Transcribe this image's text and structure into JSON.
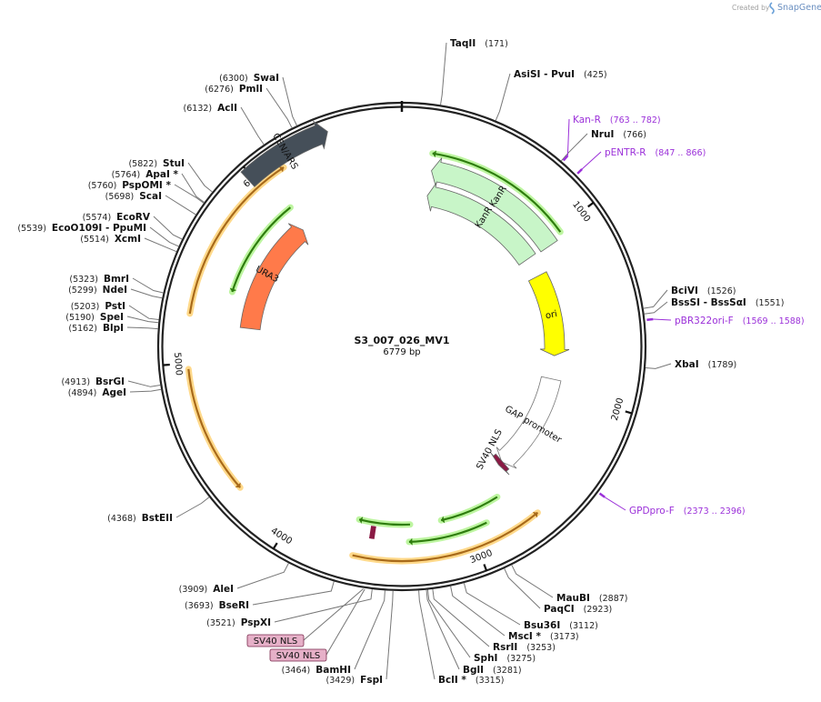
{
  "watermark": {
    "prefix": "Created by",
    "brand": "SnapGene"
  },
  "map": {
    "name": "S3_007_026_MV1",
    "length": 6779,
    "length_label": "6779 bp",
    "ticks": [
      {
        "bp": 1000,
        "label": "1000"
      },
      {
        "bp": 2000,
        "label": "2000"
      },
      {
        "bp": 3000,
        "label": "3000"
      },
      {
        "bp": 4000,
        "label": "4000"
      },
      {
        "bp": 5000,
        "label": "5000"
      },
      {
        "bp": 6000,
        "label": "6000"
      }
    ]
  },
  "sites": [
    {
      "name": "TaqII",
      "pos": "(171)",
      "bp": 171,
      "side": "right",
      "row": 0
    },
    {
      "name": "AsiSI  -  PvuI",
      "pos": "(425)",
      "bp": 425,
      "side": "right",
      "row": 1
    },
    {
      "name": "NruI",
      "pos": "(766)",
      "bp": 766,
      "side": "right",
      "row": 2
    },
    {
      "name": "BciVI",
      "pos": "(1526)",
      "bp": 1526,
      "side": "right",
      "row": 3
    },
    {
      "name": "BssSI  -  BssSαI",
      "pos": "(1551)",
      "bp": 1551,
      "side": "right",
      "row": 4
    },
    {
      "name": "XbaI",
      "pos": "(1789)",
      "bp": 1789,
      "side": "right",
      "row": 5
    },
    {
      "name": "MauBI",
      "pos": "(2887)",
      "bp": 2887,
      "side": "right",
      "row": 6
    },
    {
      "name": "PaqCI",
      "pos": "(2923)",
      "bp": 2923,
      "side": "right",
      "row": 7
    },
    {
      "name": "Bsu36I",
      "pos": "(3112)",
      "bp": 3112,
      "side": "right",
      "row": 8
    },
    {
      "name": "MscI *",
      "pos": "(3173)",
      "bp": 3173,
      "side": "right",
      "row": 9
    },
    {
      "name": "RsrII",
      "pos": "(3253)",
      "bp": 3253,
      "side": "right",
      "row": 10
    },
    {
      "name": "SphI",
      "pos": "(3275)",
      "bp": 3275,
      "side": "right",
      "row": 11
    },
    {
      "name": "BglI",
      "pos": "(3281)",
      "bp": 3281,
      "side": "right",
      "row": 12
    },
    {
      "name": "BclI *",
      "pos": "(3315)",
      "bp": 3315,
      "side": "right",
      "row": 13
    },
    {
      "name": "FspI",
      "pos": "(3429)",
      "bp": 3429,
      "side": "left",
      "row": 0
    },
    {
      "name": "BamHI",
      "pos": "(3464)",
      "bp": 3464,
      "side": "left",
      "row": 1
    },
    {
      "name": "PspXI",
      "pos": "(3521)",
      "bp": 3521,
      "side": "left",
      "row": 2
    },
    {
      "name": "BseRI",
      "pos": "(3693)",
      "bp": 3693,
      "side": "left",
      "row": 3
    },
    {
      "name": "AleI",
      "pos": "(3909)",
      "bp": 3909,
      "side": "left",
      "row": 4
    },
    {
      "name": "BstEII",
      "pos": "(4368)",
      "bp": 4368,
      "side": "left",
      "row": 5
    },
    {
      "name": "AgeI",
      "pos": "(4894)",
      "bp": 4894,
      "side": "left",
      "row": 6
    },
    {
      "name": "BsrGI",
      "pos": "(4913)",
      "bp": 4913,
      "side": "left",
      "row": 7
    },
    {
      "name": "BlpI",
      "pos": "(5162)",
      "bp": 5162,
      "side": "left",
      "row": 8
    },
    {
      "name": "SpeI",
      "pos": "(5190)",
      "bp": 5190,
      "side": "left",
      "row": 9
    },
    {
      "name": "PstI",
      "pos": "(5203)",
      "bp": 5203,
      "side": "left",
      "row": 10
    },
    {
      "name": "NdeI",
      "pos": "(5299)",
      "bp": 5299,
      "side": "left",
      "row": 11
    },
    {
      "name": "BmrI",
      "pos": "(5323)",
      "bp": 5323,
      "side": "left",
      "row": 12
    },
    {
      "name": "XcmI",
      "pos": "(5514)",
      "bp": 5514,
      "side": "left",
      "row": 13
    },
    {
      "name": "EcoO109I    -  PpuMI",
      "pos": "(5539)",
      "bp": 5539,
      "side": "left",
      "row": 14
    },
    {
      "name": "EcoRV",
      "pos": "(5574)",
      "bp": 5574,
      "side": "left",
      "row": 15
    },
    {
      "name": "ScaI",
      "pos": "(5698)",
      "bp": 5698,
      "side": "left",
      "row": 16
    },
    {
      "name": "PspOMI *",
      "pos": "(5760)",
      "bp": 5760,
      "side": "left",
      "row": 17
    },
    {
      "name": "ApaI *",
      "pos": "(5764)",
      "bp": 5764,
      "side": "left",
      "row": 18
    },
    {
      "name": "StuI",
      "pos": "(5822)",
      "bp": 5822,
      "side": "left",
      "row": 19
    },
    {
      "name": "AclI",
      "pos": "(6132)",
      "bp": 6132,
      "side": "left",
      "row": 20
    },
    {
      "name": "PmlI",
      "pos": "(6276)",
      "bp": 6276,
      "side": "left",
      "row": 21
    },
    {
      "name": "SwaI",
      "pos": "(6300)",
      "bp": 6300,
      "side": "left",
      "row": 22
    }
  ],
  "primers": [
    {
      "name": "Kan-R",
      "range": "(763 .. 782)",
      "bp": 772
    },
    {
      "name": "pENTR-R",
      "range": "(847 .. 866)",
      "bp": 856
    },
    {
      "name": "pBR322ori-F",
      "range": "(1569 .. 1588)",
      "bp": 1578
    },
    {
      "name": "GPDpro-F",
      "range": "(2373 .. 2396)",
      "bp": 2384
    }
  ],
  "features": [
    {
      "name": "CEN/ARS",
      "start": 5975,
      "end": 6420,
      "ring": 4,
      "color": "#454f59",
      "text_color": "#ffffff",
      "direction": "cw",
      "label_on_arc": true
    },
    {
      "name": "KanR",
      "start": 180,
      "end": 1050,
      "ring": 2,
      "color": "#c8f5c8",
      "text_color": "#111111",
      "direction": "ccw",
      "label_on_arc": true
    },
    {
      "name": "KanR",
      "start": 180,
      "end": 1040,
      "ring": 3,
      "color": "#c8f5c8",
      "text_color": "#111111",
      "direction": "ccw",
      "label_on_arc": true
    },
    {
      "name": "ori",
      "start": 1180,
      "end": 1760,
      "ring": 3,
      "color": "#ffff00",
      "text_color": "#111111",
      "direction": "cw",
      "label_on_arc": true
    },
    {
      "name": "GAP promoter",
      "start": 1925,
      "end": 2620,
      "ring": 3,
      "color": "#ffffff",
      "text_color": "#111111",
      "direction": "cw",
      "label_on_arc": true
    },
    {
      "name": "SV40 NLS",
      "start": 2615,
      "end": 2650,
      "ring": 3,
      "color": "#8a1a44",
      "text_color": "#111111",
      "direction": "cw",
      "label_on_arc": false
    },
    {
      "name": "URA3",
      "start": 5210,
      "end": 6020,
      "ring": 3,
      "color": "#ff7a4a",
      "text_color": "#111111",
      "direction": "cw",
      "label_on_arc": true
    }
  ],
  "orfs": [
    {
      "start": 170,
      "end": 1020,
      "ring": 1,
      "color": "#2e7d0e",
      "glow": "#bdf5a0",
      "direction": "ccw"
    },
    {
      "start": 2905,
      "end": 3350,
      "ring": 1,
      "color": "#2e7d0e",
      "glow": "#bdf5a0",
      "direction": "cw"
    },
    {
      "start": 2780,
      "end": 3150,
      "ring": 2,
      "color": "#2e7d0e",
      "glow": "#bdf5a0",
      "direction": "cw"
    },
    {
      "start": 3340,
      "end": 3650,
      "ring": 2,
      "color": "#2e7d0e",
      "glow": "#bdf5a0",
      "direction": "cw"
    },
    {
      "start": 5420,
      "end": 6050,
      "ring": 2,
      "color": "#2e7d0e",
      "glow": "#bdf5a0",
      "direction": "ccw"
    },
    {
      "start": 2650,
      "end": 3640,
      "ring": 0,
      "color": "#a86a1a",
      "glow": "#ffd98a",
      "direction": "ccw"
    },
    {
      "start": 5250,
      "end": 6150,
      "ring": 0,
      "color": "#a86a1a",
      "glow": "#ffd98a",
      "direction": "cw"
    },
    {
      "start": 4310,
      "end": 4970,
      "ring": 0,
      "color": "#a86a1a",
      "glow": "#ffd98a",
      "direction": "ccw"
    }
  ],
  "sv40_boxes": [
    {
      "name": "SV40 NLS",
      "bp": 3560
    },
    {
      "name": "SV40 NLS",
      "bp": 3553
    }
  ],
  "sv40_marks": [
    {
      "bp": 3553,
      "ring": 3
    },
    {
      "bp": 3562,
      "ring": 3
    }
  ]
}
